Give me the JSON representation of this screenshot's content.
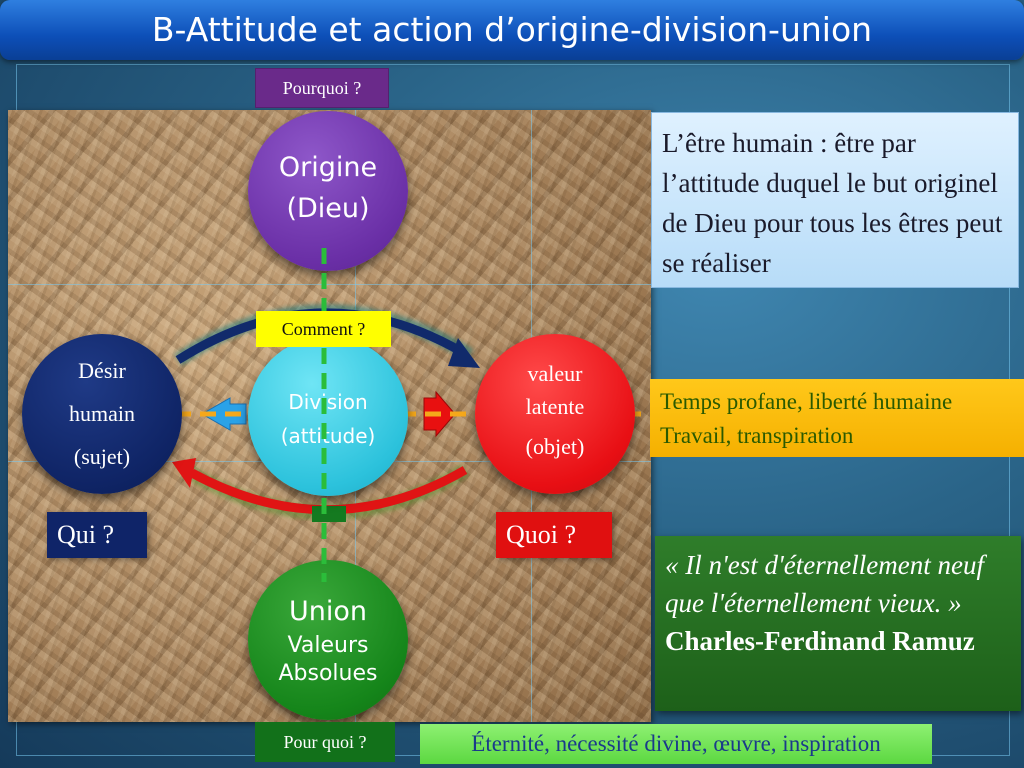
{
  "title": "B-Attitude et action d’origine-division-union",
  "labels": {
    "pourquoi": "Pourquoi ?",
    "comment": "Comment ?",
    "pour_quoi": "Pour quoi ?",
    "qui": "Qui ?",
    "quoi": "Quoi ?"
  },
  "circles": {
    "origine": {
      "line1": "Origine",
      "line2": "(Dieu)"
    },
    "desir": {
      "line1": "Désir",
      "line2": "humain",
      "line3": "(sujet)"
    },
    "division": {
      "line1": "Division",
      "line2": "(attitude)"
    },
    "valeur": {
      "line1": "valeur",
      "line2": "latente",
      "line3": "(objet)"
    },
    "union": {
      "line1": "Union",
      "line2": "Valeurs",
      "line3": "Absolues"
    }
  },
  "info": {
    "etre_humain": "L’être humain : être par l’attitude duquel le but originel de Dieu pour tous les êtres peut se réaliser",
    "temps_line1": "Temps profane, liberté humaine",
    "temps_line2": "Travail, transpiration",
    "quote": "« Il n'est d'éternellement neuf que l'éternellement vieux. »",
    "author": "Charles-Ferdinand Ramuz",
    "eternite": "Éternité, nécessité divine, œuvre, inspiration"
  },
  "colors": {
    "origine": "#6a2fa6",
    "desir": "#0f2465",
    "division": "#2cc2dc",
    "valeur": "#e80f14",
    "union": "#15851a",
    "dashed_vertical": "#2bbd3a",
    "dashed_horizontal": "#f5a81a"
  }
}
